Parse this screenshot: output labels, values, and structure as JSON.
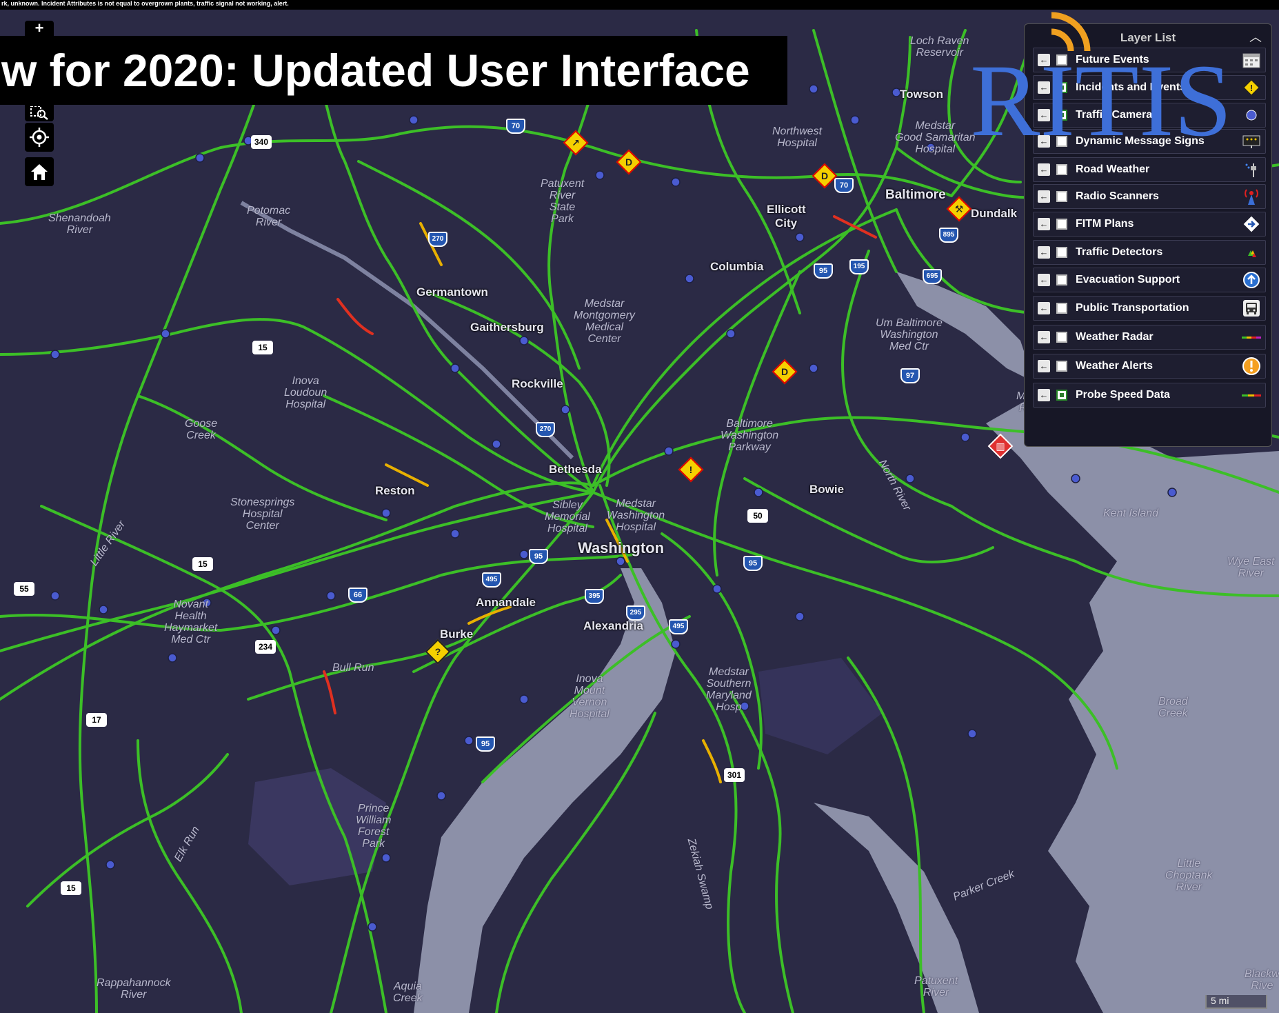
{
  "topbar": {
    "text": "rk, unknown. Incident Attributes is not equal to overgrown plants, traffic signal not working, alert."
  },
  "banner": {
    "title": "w for 2020: Updated User Interface"
  },
  "logo": {
    "text": "RITIS"
  },
  "map_controls": [
    {
      "name": "zoom-in",
      "icon": "plus-icon"
    },
    {
      "name": "zoom-box",
      "icon": "zoom-box-icon"
    },
    {
      "name": "locate",
      "icon": "locate-icon"
    },
    {
      "name": "home",
      "icon": "home-icon"
    }
  ],
  "layer_panel": {
    "title": "Layer List",
    "items": [
      {
        "label": "Future Events",
        "checked": false,
        "icon": "calendar-icon"
      },
      {
        "label": "Incidents and Events",
        "checked": true,
        "icon": "warning-diamond-icon"
      },
      {
        "label": "Traffic Cameras",
        "checked": true,
        "icon": "camera-dot-icon"
      },
      {
        "label": "Dynamic Message Signs",
        "checked": false,
        "icon": "message-sign-icon"
      },
      {
        "label": "Road Weather",
        "checked": false,
        "icon": "road-weather-icon"
      },
      {
        "label": "Radio Scanners",
        "checked": false,
        "icon": "radio-tower-icon"
      },
      {
        "label": "FITM Plans",
        "checked": false,
        "icon": "fitm-arrow-icon"
      },
      {
        "label": "Traffic Detectors",
        "checked": false,
        "icon": "detector-icon"
      },
      {
        "label": "Evacuation Support",
        "checked": false,
        "icon": "evacuation-arrow-icon"
      },
      {
        "label": "Public Transportation",
        "checked": false,
        "icon": "bus-icon"
      },
      {
        "label": "Weather Radar",
        "checked": false,
        "icon": "radar-legend-icon"
      },
      {
        "label": "Weather Alerts",
        "checked": false,
        "icon": "alert-circle-icon"
      },
      {
        "label": "Probe Speed Data",
        "checked": true,
        "icon": "speed-legend-icon"
      }
    ]
  },
  "places": {
    "towson": "Towson",
    "baltimore": "Baltimore",
    "dundalk": "Dundalk",
    "ellicott": "Ellicott",
    "city": "City",
    "columbia": "Columbia",
    "germantown": "Germantown",
    "gaithersburg": "Gaithersburg",
    "rockville": "Rockville",
    "bethesda": "Bethesda",
    "reston": "Reston",
    "bowie": "Bowie",
    "washington": "Washington",
    "annandale": "Annandale",
    "alexandria": "Alexandria",
    "burke": "Burke"
  },
  "minor_labels": {
    "loch_raven": "Loch Raven\nReservoir",
    "medstar_gs": "Medstar\nGood Samaritan\nHospital",
    "northwest": "Northwest\nHospital",
    "patuxent_park": "Patuxent\nRiver\nState\nPark",
    "shenandoah": "Shenandoah\nRiver",
    "potomac": "Potomac\nRiver",
    "medstar_mont": "Medstar\nMontgomery\nMedical\nCenter",
    "um_bw": "Um Baltimore\nWashington\nMed Ctr",
    "inova_loudoun": "Inova\nLoudoun\nHospital",
    "goose": "Goose\nCreek",
    "bw_parkway": "Baltimore\nWashington\nParkway",
    "stonesprings": "Stonesprings\nHospital\nCenter",
    "sibley": "Sibley\nMemorial\nHospital",
    "medstar_wash": "Medstar\nWashington\nHospital",
    "kent": "Kent Island",
    "little_river": "Little River",
    "novant": "Novant\nHealth\nHaymarket\nMed Ctr",
    "bull_run": "Bull Run",
    "inova_mv": "Inova\nMount\nVernon\nHospital",
    "medstar_smd": "Medstar\nSouthern\nMaryland\nHosp",
    "wye": "Wye East\nRiver",
    "broad": "Broad\nCreek",
    "north_river": "North River",
    "elk_run": "Elk Run",
    "prince_william": "Prince\nWilliam\nForest\nPark",
    "zekiah": "Zekiah Swamp",
    "parker": "Parker Creek",
    "little_choptank": "Little\nChoptank\nRiver",
    "rappahannock": "Rappahannock\nRiver",
    "aquia": "Aquia\nCreek",
    "patuxent_river": "Patuxent\nRiver",
    "magothy": "Mago\nRive",
    "blackwater": "Blackw\nRive"
  },
  "shields": {
    "i70a": "70",
    "i70b": "70",
    "i270a": "270",
    "i270b": "270",
    "i95a": "95",
    "i195": "195",
    "i695": "695",
    "i895": "895",
    "i97": "97",
    "i66": "66",
    "i495a": "495",
    "i495b": "495",
    "i395": "395",
    "i295": "295",
    "i95b": "95",
    "i95c": "95",
    "i95d": "95",
    "us340": "340",
    "us15a": "15",
    "us15b": "15",
    "us15c": "15",
    "us50": "50",
    "us17": "17",
    "us301": "301",
    "us234": "234",
    "us55": "55"
  },
  "scale": {
    "text": "5 mi"
  }
}
